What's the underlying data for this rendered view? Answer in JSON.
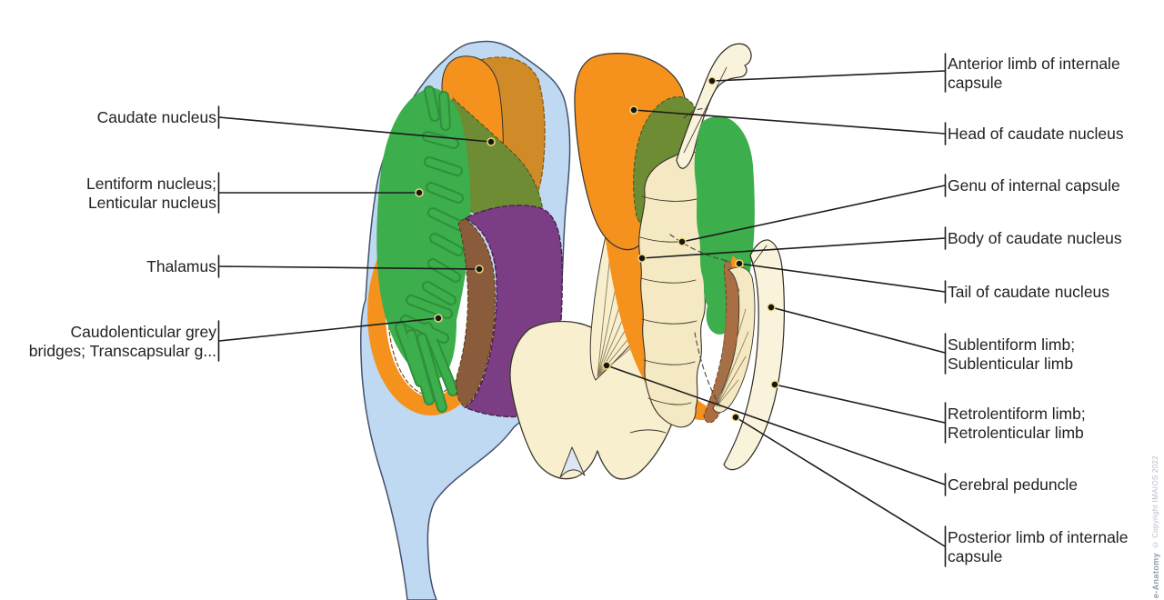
{
  "annotations": {
    "left": [
      {
        "line1": "Caudate nucleus",
        "line2": ""
      },
      {
        "line1": "Lentiform nucleus;",
        "line2": "Lenticular nucleus"
      },
      {
        "line1": "Thalamus",
        "line2": ""
      },
      {
        "line1": "Caudolenticular grey",
        "line2": "bridges; Transcapsular g..."
      }
    ],
    "right": [
      {
        "line1": "Anterior limb of internale",
        "line2": "capsule"
      },
      {
        "line1": "Head of caudate nucleus",
        "line2": ""
      },
      {
        "line1": "Genu of internal capsule",
        "line2": ""
      },
      {
        "line1": "Body of caudate nucleus",
        "line2": ""
      },
      {
        "line1": "Tail of caudate nucleus",
        "line2": ""
      },
      {
        "line1": "Sublentiform limb;",
        "line2": "Sublenticular limb"
      },
      {
        "line1": "Retrolentiform limb;",
        "line2": "Retrolenticular limb"
      },
      {
        "line1": "Cerebral peduncle",
        "line2": ""
      },
      {
        "line1": "Posterior limb of internale",
        "line2": "capsule"
      }
    ]
  },
  "watermark": {
    "brand": "e-Anatomy",
    "copyright": "© Copyright IMAIOS 2022"
  },
  "colors": {
    "ventricle_blue": "#BFD9F2",
    "ventricle_stroke": "#45506b",
    "caudate_orange": "#F5921E",
    "caudate_orange_deep": "#D18A28",
    "lentiform_green": "#3CAE4B",
    "overlap_olive": "#6E8C33",
    "thalamus_purple": "#7B3E85",
    "overlap_brown": "#8A5C3B",
    "tail_brown": "#AD6D42",
    "capsule_cream": "#F8EFCE",
    "capsule_cream_dark": "#F4E9C2",
    "capsule_cream_light": "#FAF3DC",
    "notch_blue": "#DDE6F2",
    "leader_black": "#1c1c1c"
  }
}
